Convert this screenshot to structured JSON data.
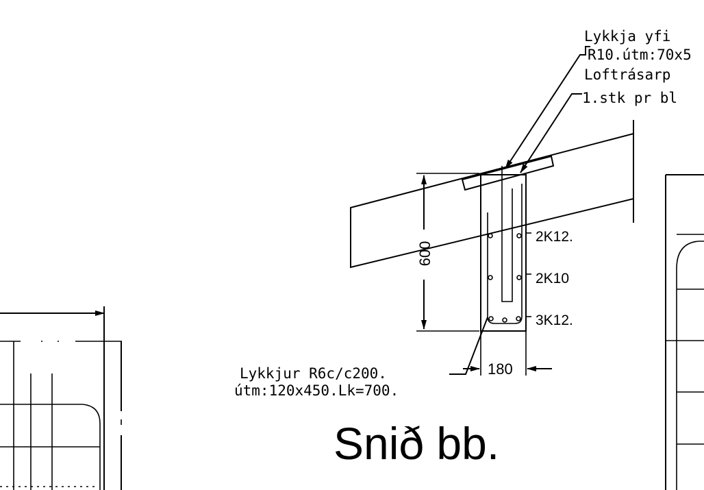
{
  "drawing": {
    "callout_top": {
      "line1": "Lykkja yfi",
      "line2": "R10.útm:70x5",
      "line3": "Loftrásarp",
      "line4": "1.stk pr bl"
    },
    "dim_height": "600",
    "dim_width": "180",
    "rebar_top": "2K12.",
    "rebar_mid": "2K10",
    "rebar_bot": "3K12.",
    "stirrups_line1": "Lykkjur R6c/c200.",
    "stirrups_line2": "útm:120x450.Lk=700.",
    "section_title": "Snið bb."
  }
}
